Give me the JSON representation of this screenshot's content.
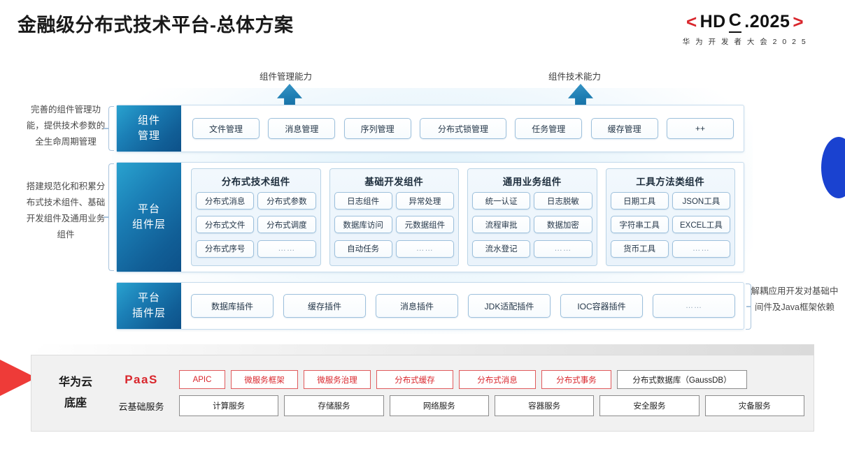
{
  "header": {
    "title": "金融级分布式技术平台-总体方案",
    "logo": {
      "left_bracket": "<",
      "main": "HDC.2025",
      "main_pre": "HD",
      "main_c": "C",
      "main_post": ".2025",
      "right_bracket": ">",
      "subtitle": "华 为 开 发 者 大 会 2 0 2 5",
      "bracket_color": "#d9262c"
    }
  },
  "arrows": {
    "left_label": "组件管理能力",
    "right_label": "组件技术能力"
  },
  "side_notes": {
    "left_top": "完善的组件管理功能，提供技术参数的全生命周期管理",
    "left_mid": "搭建规范化和积累分布式技术组件、基础开发组件及通用业务组件",
    "right": "解耦应用开发对基础中间件及Java框架依赖"
  },
  "layers": {
    "management": {
      "label_line1": "组件",
      "label_line2": "管理",
      "items": [
        {
          "label": "文件管理",
          "width": 96
        },
        {
          "label": "消息管理",
          "width": 96
        },
        {
          "label": "序列管理",
          "width": 96
        },
        {
          "label": "分布式锁管理",
          "width": 124
        },
        {
          "label": "任务管理",
          "width": 96
        },
        {
          "label": "缓存管理",
          "width": 96
        },
        {
          "label": "++",
          "width": 96
        }
      ]
    },
    "components": {
      "label_line1": "平台",
      "label_line2": "组件层",
      "groups": [
        {
          "title": "分布式技术组件",
          "items": [
            "分布式消息",
            "分布式参数",
            "分布式文件",
            "分布式调度",
            "分布式序号",
            "……"
          ]
        },
        {
          "title": "基础开发组件",
          "items": [
            "日志组件",
            "异常处理",
            "数据库访问",
            "元数据组件",
            "自动任务",
            "……"
          ]
        },
        {
          "title": "通用业务组件",
          "items": [
            "统一认证",
            "日志脱敏",
            "流程审批",
            "数据加密",
            "流水登记",
            "……"
          ]
        },
        {
          "title": "工具方法类组件",
          "items": [
            "日期工具",
            "JSON工具",
            "字符串工具",
            "EXCEL工具",
            "货币工具",
            "……"
          ]
        }
      ]
    },
    "plugin": {
      "label_line1": "平台",
      "label_line2": "插件层",
      "items": [
        "数据库插件",
        "缓存插件",
        "消息插件",
        "JDK适配插件",
        "IOC容器插件",
        "……"
      ]
    }
  },
  "base": {
    "title_line1": "华为云",
    "title_line2": "底座",
    "paas": {
      "label": "PaaS",
      "items": [
        {
          "label": "APIC",
          "style": "red",
          "width": 66
        },
        {
          "label": "微服务框架",
          "style": "red",
          "width": 96
        },
        {
          "label": "微服务治理",
          "style": "red",
          "width": 96
        },
        {
          "label": "分布式缓存",
          "style": "red",
          "width": 110
        },
        {
          "label": "分布式消息",
          "style": "red",
          "width": 110
        },
        {
          "label": "分布式事务",
          "style": "red",
          "width": 100
        },
        {
          "label": "分布式数据库（GaussDB）",
          "style": "grey",
          "width": 186
        }
      ]
    },
    "cloud": {
      "label": "云基础服务",
      "items": [
        "计算服务",
        "存储服务",
        "网络服务",
        "容器服务",
        "安全服务",
        "灾备服务"
      ]
    }
  }
}
